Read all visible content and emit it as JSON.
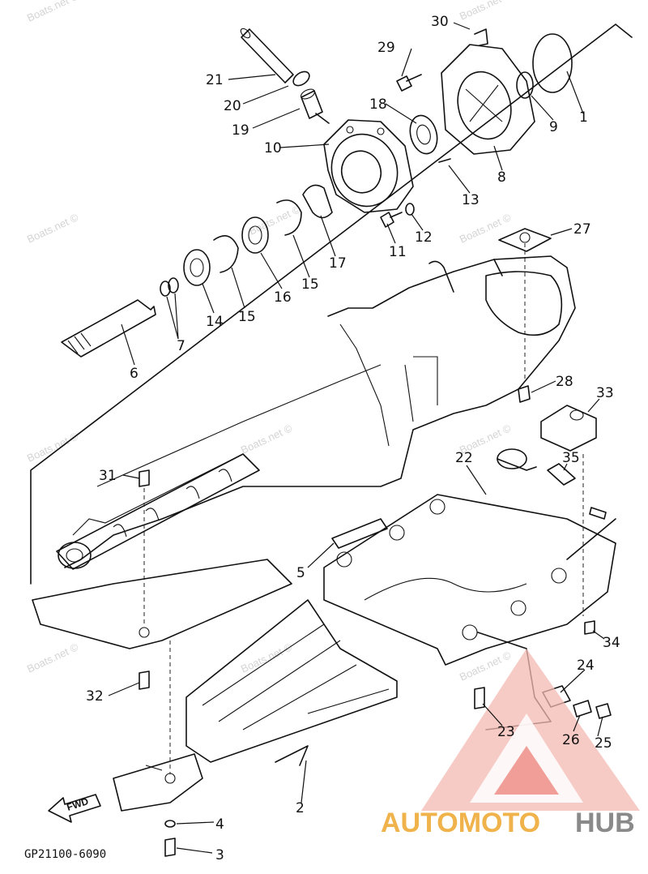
{
  "diagram_code": "GP21100-6090",
  "fwd_label": "FWD",
  "watermarks": [
    "Boats.net ©",
    "Boats.net ©",
    "Boats.net ©",
    "Boats.net ©",
    "Boats.net ©",
    "Boats.net ©",
    "Boats.net ©",
    "Boats.net ©",
    "Boats.net ©",
    "Boats.net ©",
    "Boats.net ©"
  ],
  "logo": {
    "part1": "AUTOMOTO",
    "part2": "HUB",
    "accent": "#e8554a",
    "gold": "#f0b24a"
  },
  "callouts": [
    "1",
    "2",
    "3",
    "4",
    "5",
    "6",
    "7",
    "8",
    "9",
    "10",
    "11",
    "12",
    "13",
    "14",
    "15",
    "15",
    "16",
    "17",
    "18",
    "19",
    "20",
    "21",
    "22",
    "23",
    "24",
    "25",
    "26",
    "27",
    "28",
    "29",
    "30",
    "31",
    "32",
    "33",
    "34",
    "35"
  ]
}
